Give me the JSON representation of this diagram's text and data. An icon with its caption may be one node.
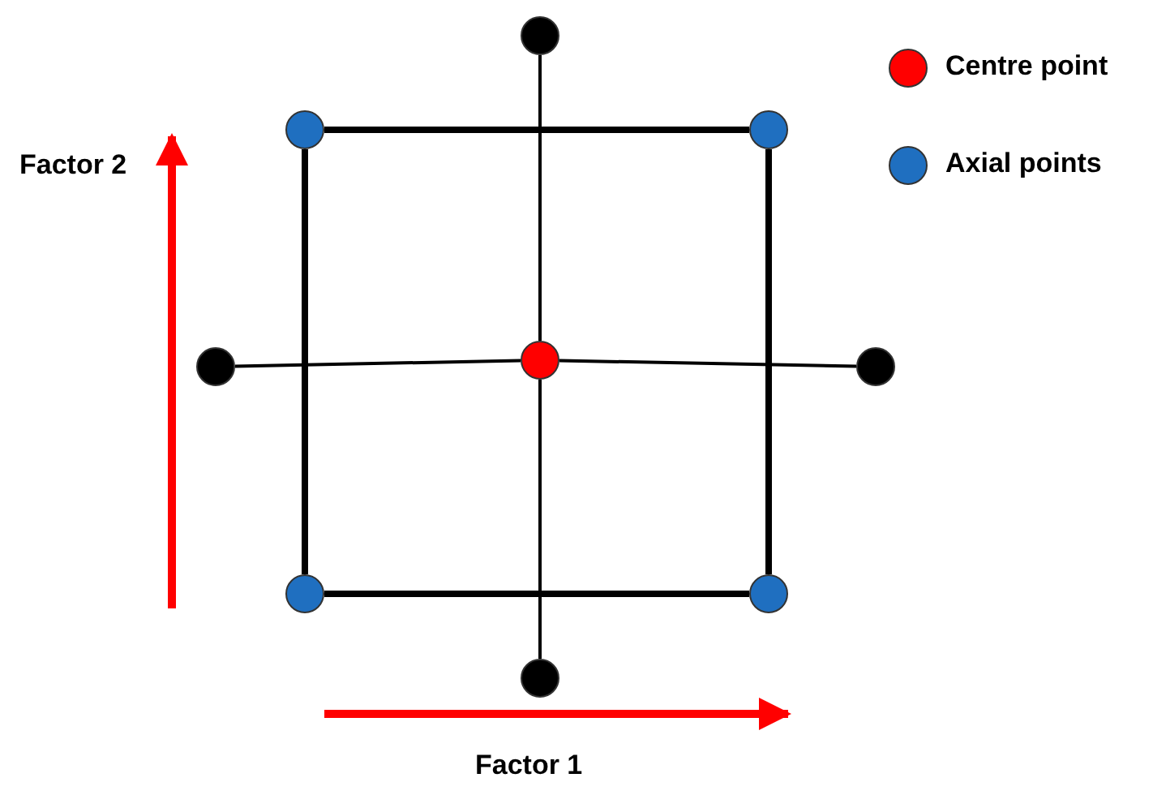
{
  "diagram": {
    "nodes": [
      {
        "text": [],
        "shape": "circle"
      },
      {
        "text": [],
        "shape": "circle"
      },
      {
        "text": [],
        "shape": "circle"
      },
      {
        "text": [],
        "shape": "circle"
      },
      {
        "text": [],
        "shape": "circle"
      },
      {
        "text": [],
        "shape": "circle"
      },
      {
        "text": [],
        "shape": "circle"
      },
      {
        "text": [],
        "shape": "circle"
      },
      {
        "text": [],
        "shape": "circle"
      }
    ],
    "edges": [
      {
        "from": 1,
        "to": 2,
        "arrow": "none",
        "style": "thick"
      },
      {
        "from": 2,
        "to": 7,
        "arrow": "none",
        "style": "thick"
      },
      {
        "from": 7,
        "to": 6,
        "arrow": "none",
        "style": "thick"
      },
      {
        "from": 6,
        "to": 1,
        "arrow": "none",
        "style": "thick"
      },
      {
        "from": 0,
        "to": 4,
        "arrow": "none"
      },
      {
        "from": 4,
        "to": 8,
        "arrow": "none"
      },
      {
        "from": 3,
        "to": 4,
        "arrow": "none"
      },
      {
        "from": 4,
        "to": 5,
        "arrow": "none"
      }
    ],
    "labels": [
      "Factor 2",
      "Factor 1"
    ],
    "legend": [
      {
        "text": "Centre point",
        "color": "#ff0000"
      },
      {
        "text": "Axial points",
        "color": "#1f6fc0"
      }
    ]
  }
}
